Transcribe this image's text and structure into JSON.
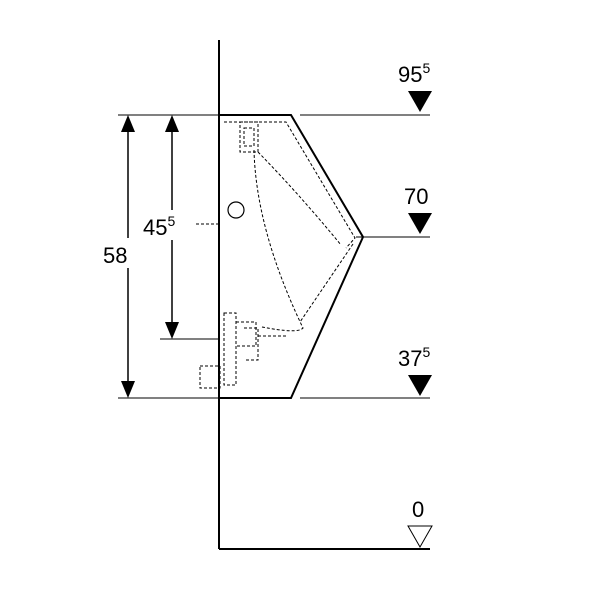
{
  "colors": {
    "line": "#000000",
    "background": "#ffffff"
  },
  "dimensions": {
    "overall_height": {
      "main": "58",
      "sup": ""
    },
    "outlet_height": {
      "main": "45",
      "sup": "5"
    }
  },
  "levels": {
    "top": {
      "main": "95",
      "sup": "5",
      "marker": "filled-triangle-down-icon"
    },
    "middle": {
      "main": "70",
      "sup": "",
      "marker": "filled-triangle-down-icon"
    },
    "bottom": {
      "main": "37",
      "sup": "5",
      "marker": "filled-triangle-down-icon"
    },
    "floor": {
      "main": "0",
      "sup": "",
      "marker": "hollow-triangle-down-icon"
    }
  }
}
